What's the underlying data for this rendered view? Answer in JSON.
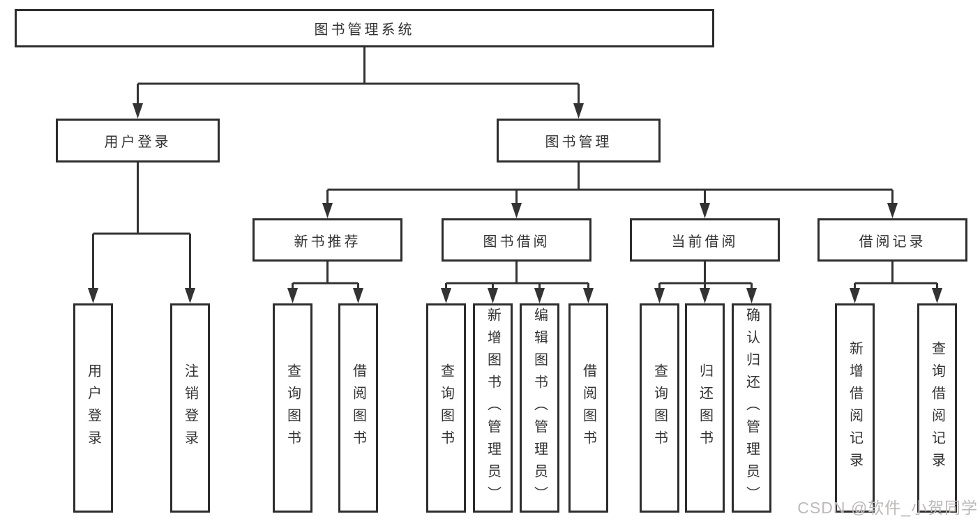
{
  "colors": {
    "line": "#333333",
    "border": "#2d2d2d",
    "text": "#333333",
    "watermark": "#bdb9b9"
  },
  "watermark": "CSDN @软件_小贺同学",
  "tree": {
    "root": {
      "label": "图书管理系统"
    },
    "branches": [
      {
        "label": "用户登录",
        "children": [
          {
            "label": "用户登录"
          },
          {
            "label": "注销登录"
          }
        ]
      },
      {
        "label": "图书管理",
        "children": [
          {
            "label": "新书推荐",
            "children": [
              {
                "label": "查询图书"
              },
              {
                "label": "借阅图书"
              }
            ]
          },
          {
            "label": "图书借阅",
            "children": [
              {
                "label": "查询图书"
              },
              {
                "label": "新增图书（管理员）"
              },
              {
                "label": "编辑图书（管理员）"
              },
              {
                "label": "借阅图书"
              }
            ]
          },
          {
            "label": "当前借阅",
            "children": [
              {
                "label": "查询图书"
              },
              {
                "label": "归还图书"
              },
              {
                "label": "确认归还（管理员）"
              }
            ]
          },
          {
            "label": "借阅记录",
            "children": [
              {
                "label": "新增借阅记录"
              },
              {
                "label": "查询借阅记录"
              }
            ]
          }
        ]
      }
    ]
  }
}
